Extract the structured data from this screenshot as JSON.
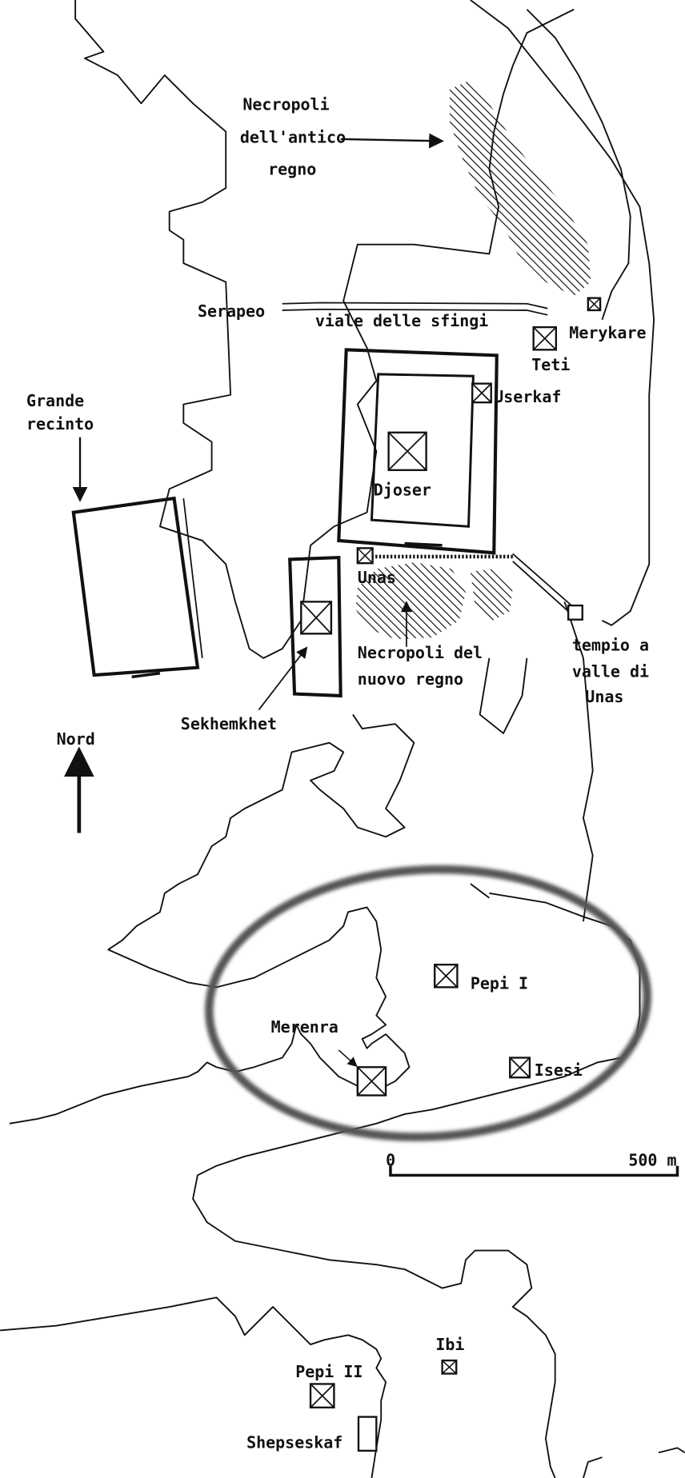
{
  "map": {
    "labels": {
      "necropoli_antico": [
        "Necropoli",
        "dell'antico",
        "regno"
      ],
      "serapeo": "Serapeo",
      "viale": "viale delle sfingi",
      "merykare": "Merykare",
      "teti": "Teti",
      "userkaf": "Userkaf",
      "djoser": "Djoser",
      "grande_recinto": [
        "Grande",
        "recinto"
      ],
      "unas": "Unas",
      "necropoli_nuovo": [
        "Necropoli  del",
        "nuovo  regno"
      ],
      "tempio": [
        "tempio a",
        "valle di",
        "Unas"
      ],
      "sekhemkhet": "Sekhemkhet",
      "nord": "Nord",
      "pepi_i": "Pepi I",
      "merenra": "Merenra",
      "isesi": "Isesi",
      "ibi": "Ibi",
      "pepi_ii": "Pepi II",
      "shepseskaf": "Shepseskaf"
    },
    "scale_bar": {
      "start": "0",
      "end": "500 m"
    },
    "colors": {
      "ink": "#111111",
      "highlight_ring": "#555555"
    }
  }
}
